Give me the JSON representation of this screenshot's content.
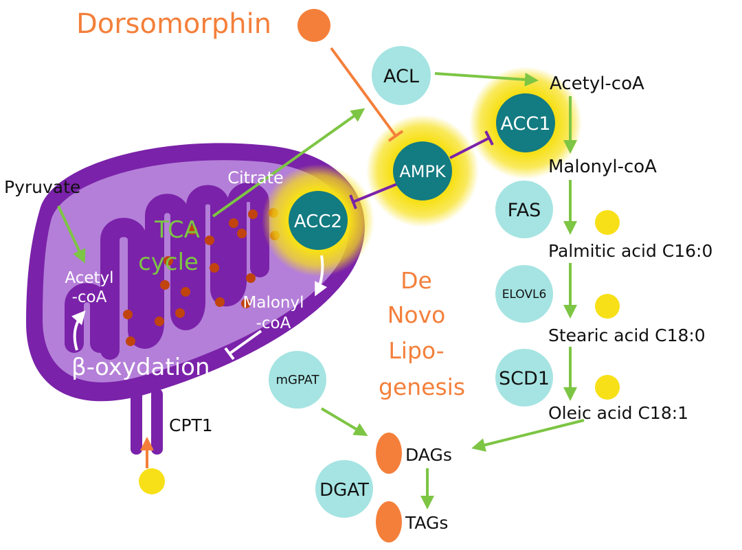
{
  "inhibitor": {
    "name": "Dorsomorphin"
  },
  "enzymes": {
    "acl": "ACL",
    "ampk": "AMPK",
    "acc1": "ACC1",
    "acc2": "ACC2",
    "fas": "FAS",
    "elovl6": "ELOVL6",
    "scd1": "SCD1",
    "mgpat": "mGPAT",
    "dgat": "DGAT"
  },
  "metabolites": {
    "acetyl_coa": "Acetyl-coA",
    "malonyl_coa": "Malonyl-coA",
    "palmitic": "Palmitic acid C16:0",
    "stearic": "Stearic acid C18:0",
    "oleic": "Oleic acid C18:1",
    "dags": "DAGs",
    "tags": "TAGs",
    "pyruvate": "Pyruvate",
    "cpt1": "CPT1"
  },
  "mito": {
    "citrate": "Citrate",
    "tca_line1": "TCA",
    "tca_line2": "cycle",
    "acetyl_line1": "Acetyl",
    "acetyl_line2": "-coA",
    "malonyl_line1": "Malonyl",
    "malonyl_line2": "-coA",
    "beta_ox": "β-oxydation"
  },
  "process": {
    "line1": "De",
    "line2": "Novo",
    "line3": "Lipo-",
    "line4": "genesis"
  },
  "colors": {
    "orange": "#F47F3A",
    "green": "#7DC544",
    "teal_dark": "#137B82",
    "teal_light": "#A5E4E2",
    "purple_dark": "#7A22A9",
    "purple_light": "#B47FD8",
    "yellow": "#F7E017",
    "dot": "#C1440E"
  }
}
